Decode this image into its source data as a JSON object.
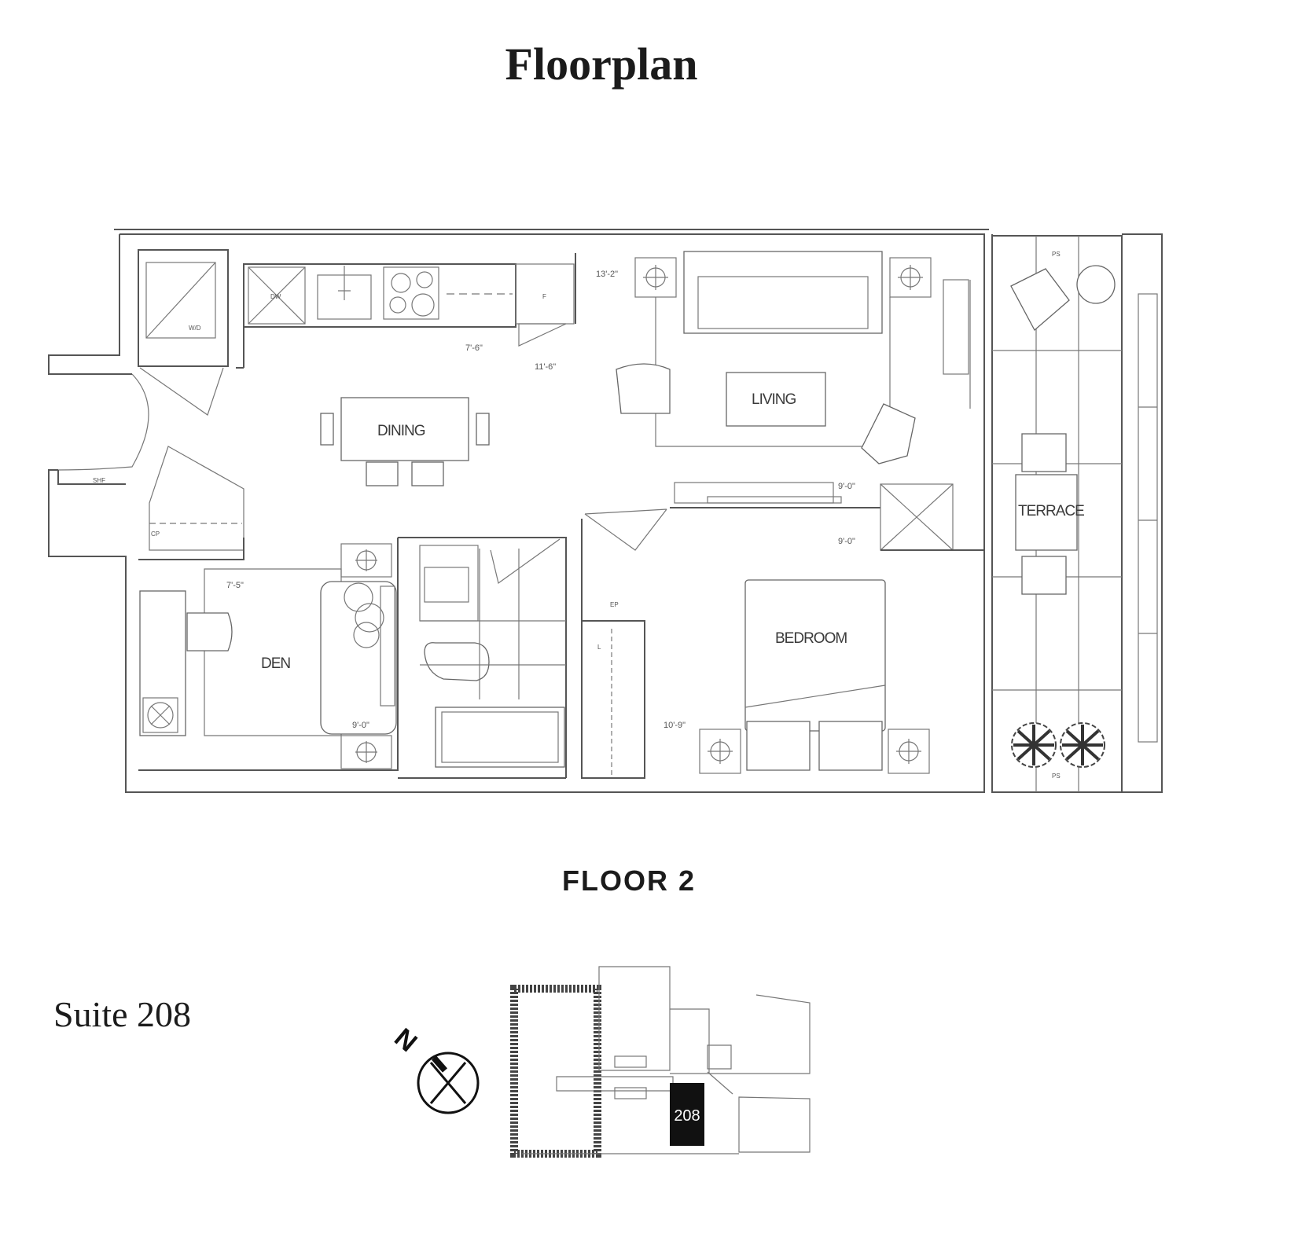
{
  "title": "Floorplan",
  "suite": "Suite 208",
  "floor_label": "FLOOR 2",
  "rooms": {
    "dining": "DINING",
    "living": "LIVING",
    "den": "DEN",
    "bedroom": "BEDROOM",
    "terrace": "TERRACE"
  },
  "dimensions": {
    "kitchen": "7'-6\"",
    "living_width": "13'-2\"",
    "living_depth": "11'-6\"",
    "den_depth": "7'-5\"",
    "den_width": "9'-0\"",
    "bedroom_width": "10'-9\"",
    "bedroom_upper": "9'-0\"",
    "bedroom_lower": "9'-0\""
  },
  "fixtures": {
    "washer_dryer": "W/D",
    "dishwasher": "DW",
    "fridge": "F",
    "shelf": "SHF",
    "closet": "CP",
    "electrical_panel": "EP",
    "linen": "L",
    "planter_top": "PS",
    "planter_bottom": "PS"
  },
  "key_plan": {
    "unit_number": "208",
    "north": "N"
  }
}
